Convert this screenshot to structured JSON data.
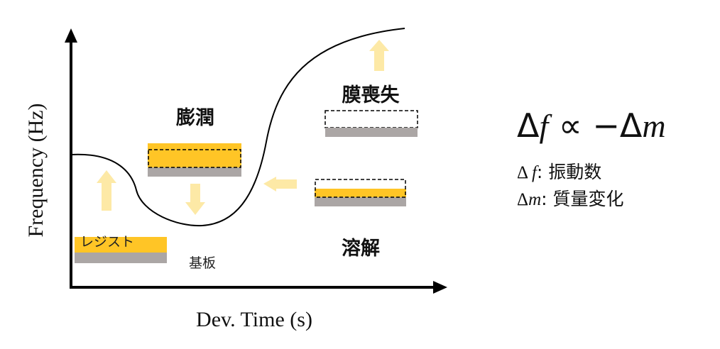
{
  "axes": {
    "x_label": "Dev. Time (s)",
    "y_label": "Frequency (Hz)"
  },
  "stages": {
    "resist": "レジスト",
    "substrate": "基板",
    "swelling": "膨潤",
    "dissolution": "溶解",
    "film_loss": "膜喪失"
  },
  "formula": {
    "delta": "Δ",
    "f": "f",
    "proportional": " ∝ −",
    "m": "m"
  },
  "legend": {
    "f_delta": "Δ ",
    "f_symbol": "f",
    "f_text": ": 振動数",
    "m_delta": "Δ",
    "m_symbol": "m",
    "m_text": ": 質量変化"
  },
  "colors": {
    "resist": "#FFC526",
    "substrate": "#ABA6A5",
    "arrow": "#FDE9A6",
    "curve": "#000000"
  }
}
